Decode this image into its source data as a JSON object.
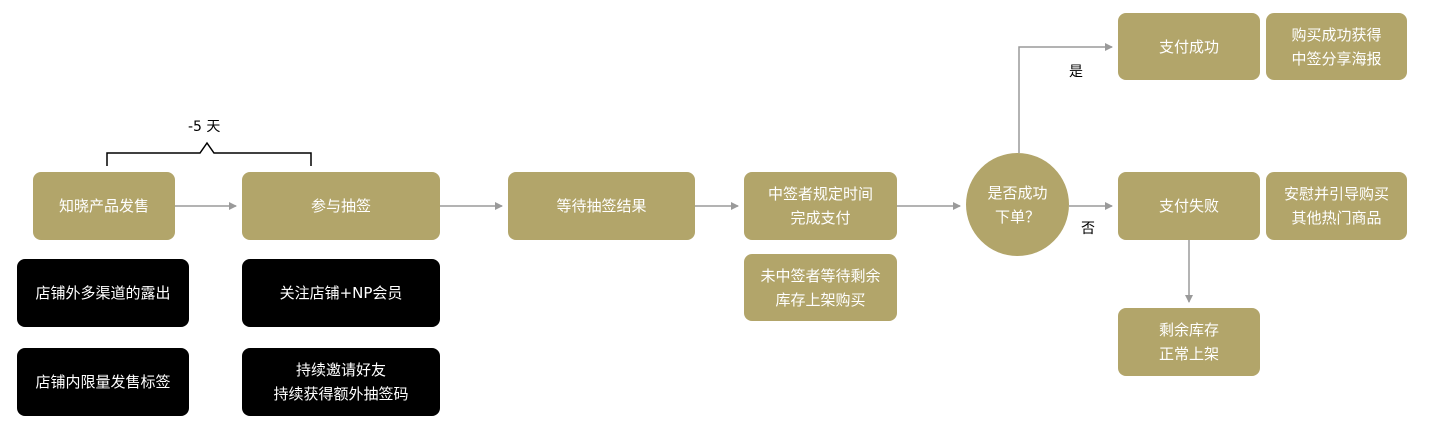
{
  "theme": {
    "node_color": "#b2a56a",
    "note_color": "#000000",
    "line_color": "#9a9a9a"
  },
  "timing": {
    "label": "-5 天"
  },
  "nodes": {
    "announce": "知晓产品发售",
    "join": "参与抽签",
    "wait": "等待抽签结果",
    "winner_pay": "中签者规定时间\n完成支付",
    "non_winner": "未中签者等待剩余\n库存上架购买",
    "decision": "是否成功\n下单？",
    "pay_success": "支付成功",
    "share": "购买成功获得\n中签分享海报",
    "pay_fail": "支付失败",
    "comfort": "安慰并引导购买\n其他热门商品",
    "restock": "剩余库存\n正常上架"
  },
  "notes": {
    "exposure": "店铺外多渠道的露出",
    "tag": "店铺内限量发售标签",
    "follow": "关注店铺+NP会员",
    "invite": "持续邀请好友\n持续获得额外抽签码"
  },
  "branches": {
    "yes": "是",
    "no": "否"
  }
}
